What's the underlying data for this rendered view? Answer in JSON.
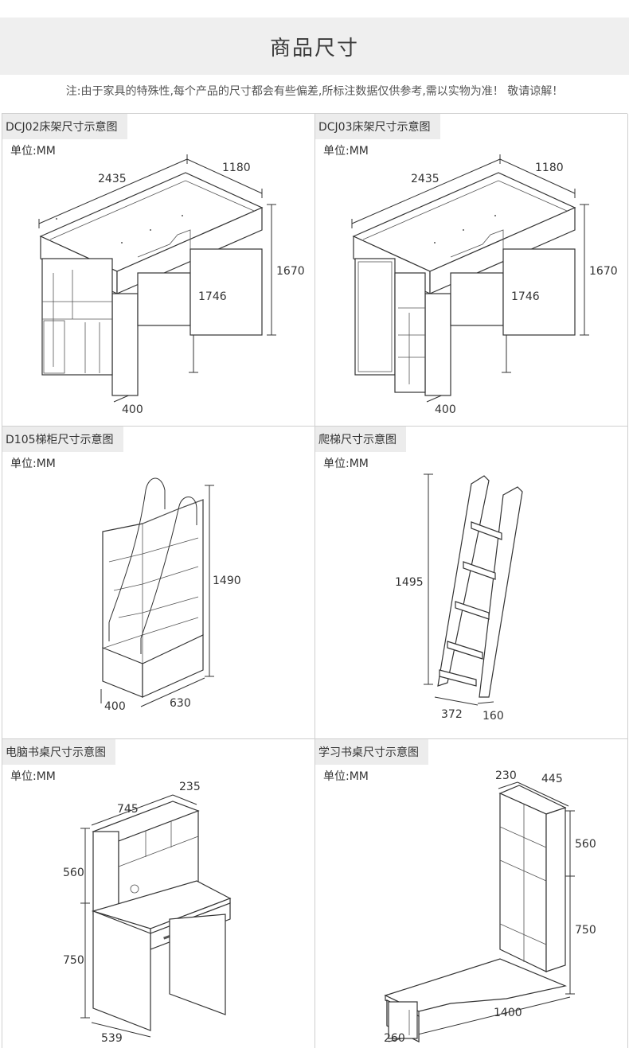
{
  "header": {
    "title": "商品尺寸"
  },
  "notice": "注:由于家具的特殊性,每个产品的尺寸都会有些偏差,所标注数据仅供参考,需以实物为准！ 敬请谅解！",
  "unit_label": "单位:MM",
  "panels": [
    {
      "title": "DCJ02床架尺寸示意图",
      "dims": {
        "length": "2435",
        "width": "1180",
        "height": "1670",
        "inner": "1746",
        "depth": "400"
      }
    },
    {
      "title": "DCJ03床架尺寸示意图",
      "dims": {
        "length": "2435",
        "width": "1180",
        "height": "1670",
        "inner": "1746",
        "depth": "400"
      }
    },
    {
      "title": "D105梯柜尺寸示意图",
      "dims": {
        "height": "1490",
        "depth": "400",
        "width": "630"
      }
    },
    {
      "title": "爬梯尺寸示意图",
      "dims": {
        "height": "1495",
        "depth": "372",
        "width": "160"
      }
    },
    {
      "title": "电脑书桌尺寸示意图",
      "dims": {
        "width": "745",
        "hutch_depth": "235",
        "hutch_height": "560",
        "desk_height": "750",
        "depth": "539"
      }
    },
    {
      "title": "学习书桌尺寸示意图",
      "dims": {
        "top_depth": "230",
        "top_width": "445",
        "hutch_height": "560",
        "desk_height": "750",
        "length": "1400",
        "depth": "260"
      }
    }
  ]
}
